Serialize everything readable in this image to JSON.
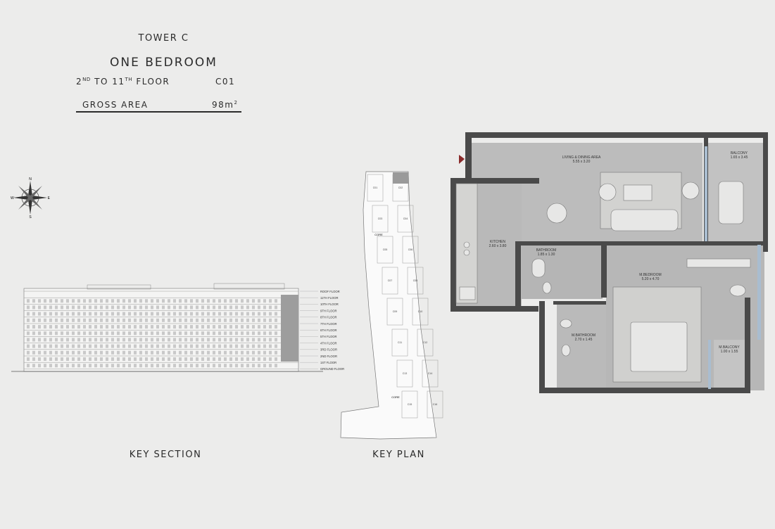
{
  "header": {
    "tower": "TOWER C",
    "unit_type": "ONE BEDROOM",
    "floors_from": "2",
    "floors_from_sup": "ND",
    "floors_to_word": "TO 11",
    "floors_to_sup": "TH",
    "floors_suffix": "FLOOR",
    "unit_code": "C01",
    "gross_area_label": "GROSS AREA",
    "gross_area_value": "98m",
    "gross_area_unit_sup": "2"
  },
  "key_section": {
    "caption": "KEY SECTION",
    "floor_labels": [
      "ROOF FLOOR",
      "11TH FLOOR",
      "10TH FLOOR",
      "9TH FLOOR",
      "8TH FLOOR",
      "7TH FLOOR",
      "6TH FLOOR",
      "5TH FLOOR",
      "4TH FLOOR",
      "3RD FLOOR",
      "2ND FLOOR",
      "1ST FLOOR",
      "GROUND FLOOR"
    ]
  },
  "key_plan": {
    "caption": "KEY PLAN",
    "core_labels": [
      "CORE",
      "CORE"
    ],
    "unit_labels": [
      "C01",
      "C02",
      "C03",
      "C04",
      "C05",
      "C06",
      "C07",
      "C08",
      "C09",
      "C10",
      "C11",
      "C12",
      "C13",
      "C14",
      "C15",
      "C16"
    ]
  },
  "compass": {
    "north": "N",
    "south": "S",
    "east": "E",
    "west": "W"
  },
  "floor_plan": {
    "rooms": [
      {
        "name": "LIVING & DINING AREA",
        "dims": "5.55 x 3.20"
      },
      {
        "name": "BALCONY",
        "dims": "1.65 x 3.45"
      },
      {
        "name": "KITCHEN",
        "dims": "2.60 x 3.80"
      },
      {
        "name": "BATHROOM",
        "dims": "1.85 x 1.30"
      },
      {
        "name": "M.BEDROOM",
        "dims": "5.20 x 4.70"
      },
      {
        "name": "M.BATHROOM",
        "dims": "2.70 x 1.45"
      },
      {
        "name": "M.BALCONY",
        "dims": "1.00 x 1.55"
      }
    ]
  },
  "colors": {
    "background": "#ececeb",
    "wall": "#4a4a4a",
    "floor": "#b9b9b9",
    "glass": "#a9bdd0",
    "entry_marker": "#8a2a2a"
  }
}
